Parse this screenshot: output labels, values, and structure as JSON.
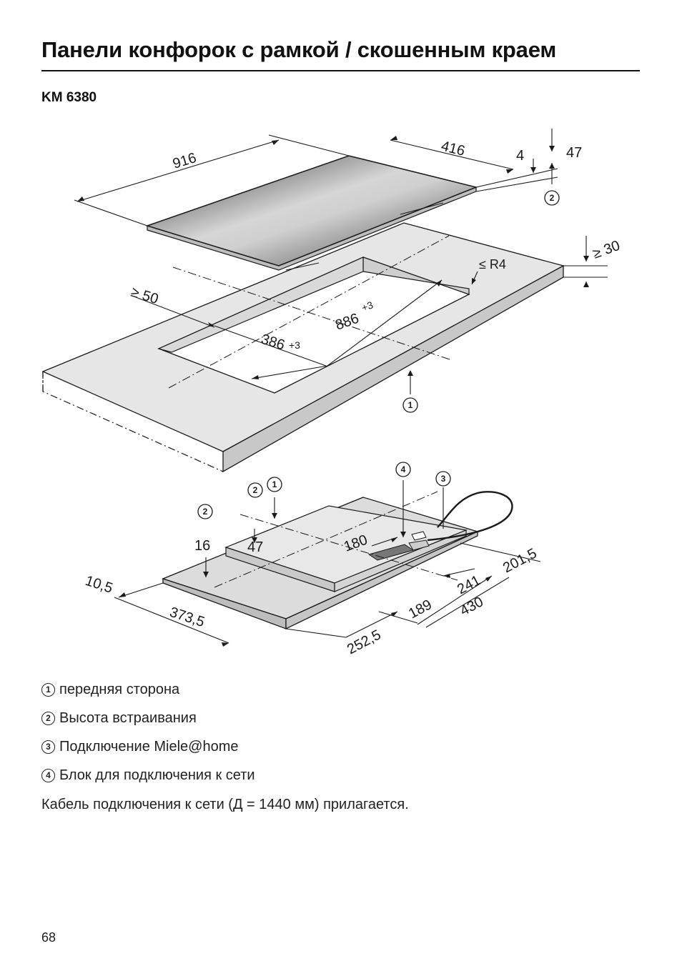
{
  "header": {
    "title": "Панели конфорок с рамкой / скошенным краем",
    "model": "KM 6380"
  },
  "diagram_top": {
    "dims": {
      "width": "916",
      "depth": "416",
      "frame": "4",
      "height": "47",
      "worktop_min": "≥ 30",
      "radius": "≤ R4",
      "edge_min": "≥ 50",
      "cutout_depth": "386",
      "cutout_depth_tol": "+3",
      "cutout_width": "886",
      "cutout_width_tol": "+3"
    },
    "callouts": {
      "front": "1",
      "height": "2"
    }
  },
  "diagram_bottom": {
    "dims": {
      "left_margin": "10,5",
      "left_len": "373,5",
      "frame_height": "16",
      "body_height": "47",
      "box_len": "180",
      "right_len": "201,5",
      "d241": "241",
      "d189": "189",
      "d430": "430",
      "d252": "252,5"
    },
    "callouts": {
      "c1": "1",
      "c2a": "2",
      "c2b": "2",
      "c3": "3",
      "c4": "4"
    }
  },
  "legend": [
    {
      "num": "1",
      "text": "передняя сторона"
    },
    {
      "num": "2",
      "text": "Высота встраивания"
    },
    {
      "num": "3",
      "text": "Подключение Miele@home"
    },
    {
      "num": "4",
      "text": "Блок для подключения к сети"
    }
  ],
  "note": "Кабель подключения к сети (Д = 1440 мм) прилагается.",
  "page_number": "68",
  "colors": {
    "worktop": "#e6e6e6",
    "worktop_edge": "#c8c8c8",
    "glass_dark": "#3a3a3a",
    "glass_light": "#c8c8c8",
    "line": "#1a1a1a"
  }
}
